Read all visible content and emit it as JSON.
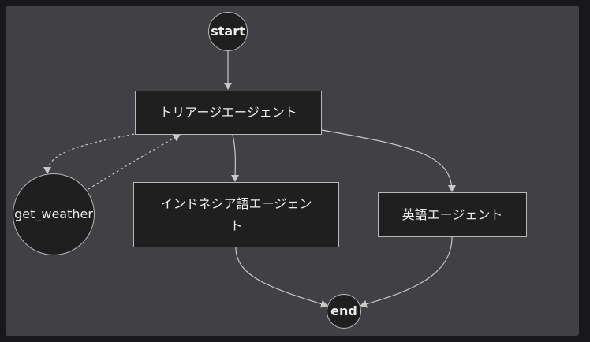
{
  "diagram": {
    "nodes": {
      "start": "start",
      "triage": "トリアージエージェント",
      "get_weather": "get_weather",
      "indonesian": "インドネシア語エージェント",
      "english": "英語エージェント",
      "end": "end"
    },
    "colors": {
      "background": "#404045",
      "node_fill": "#1f1f20",
      "node_border": "#b8b8b8",
      "edge": "#c8c8c8",
      "text": "#ececec"
    }
  }
}
